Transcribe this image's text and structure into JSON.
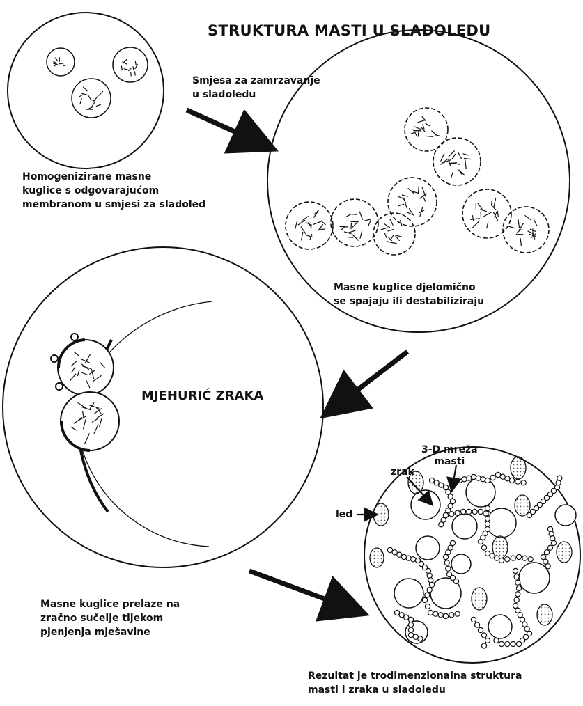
{
  "title": "STRUKTURA MASTI U SLADOLEDU",
  "captions": {
    "step1": "Homogenizirane masne\nkuglice s odgovarajućom\nmembranom u smjesi za sladoled",
    "arrow1": "Smjesa za zamrzavanje\nu sladoledu",
    "step2": "Masne kuglice djelomično\nse spajaju ili destabiliziraju",
    "step3": "Masne kuglice prelaze na\nzračno sučelje tijekom\npjenjenja mješavine",
    "step4": "Rezultat je trodimenzionalna struktura\nmasti i zraka u sladoledu"
  },
  "air_bubble_label": "MJEHURIĆ ZRAKA",
  "detail_labels": {
    "network": "3-D mreža\nmasti",
    "air": "zrak",
    "ice": "led"
  }
}
